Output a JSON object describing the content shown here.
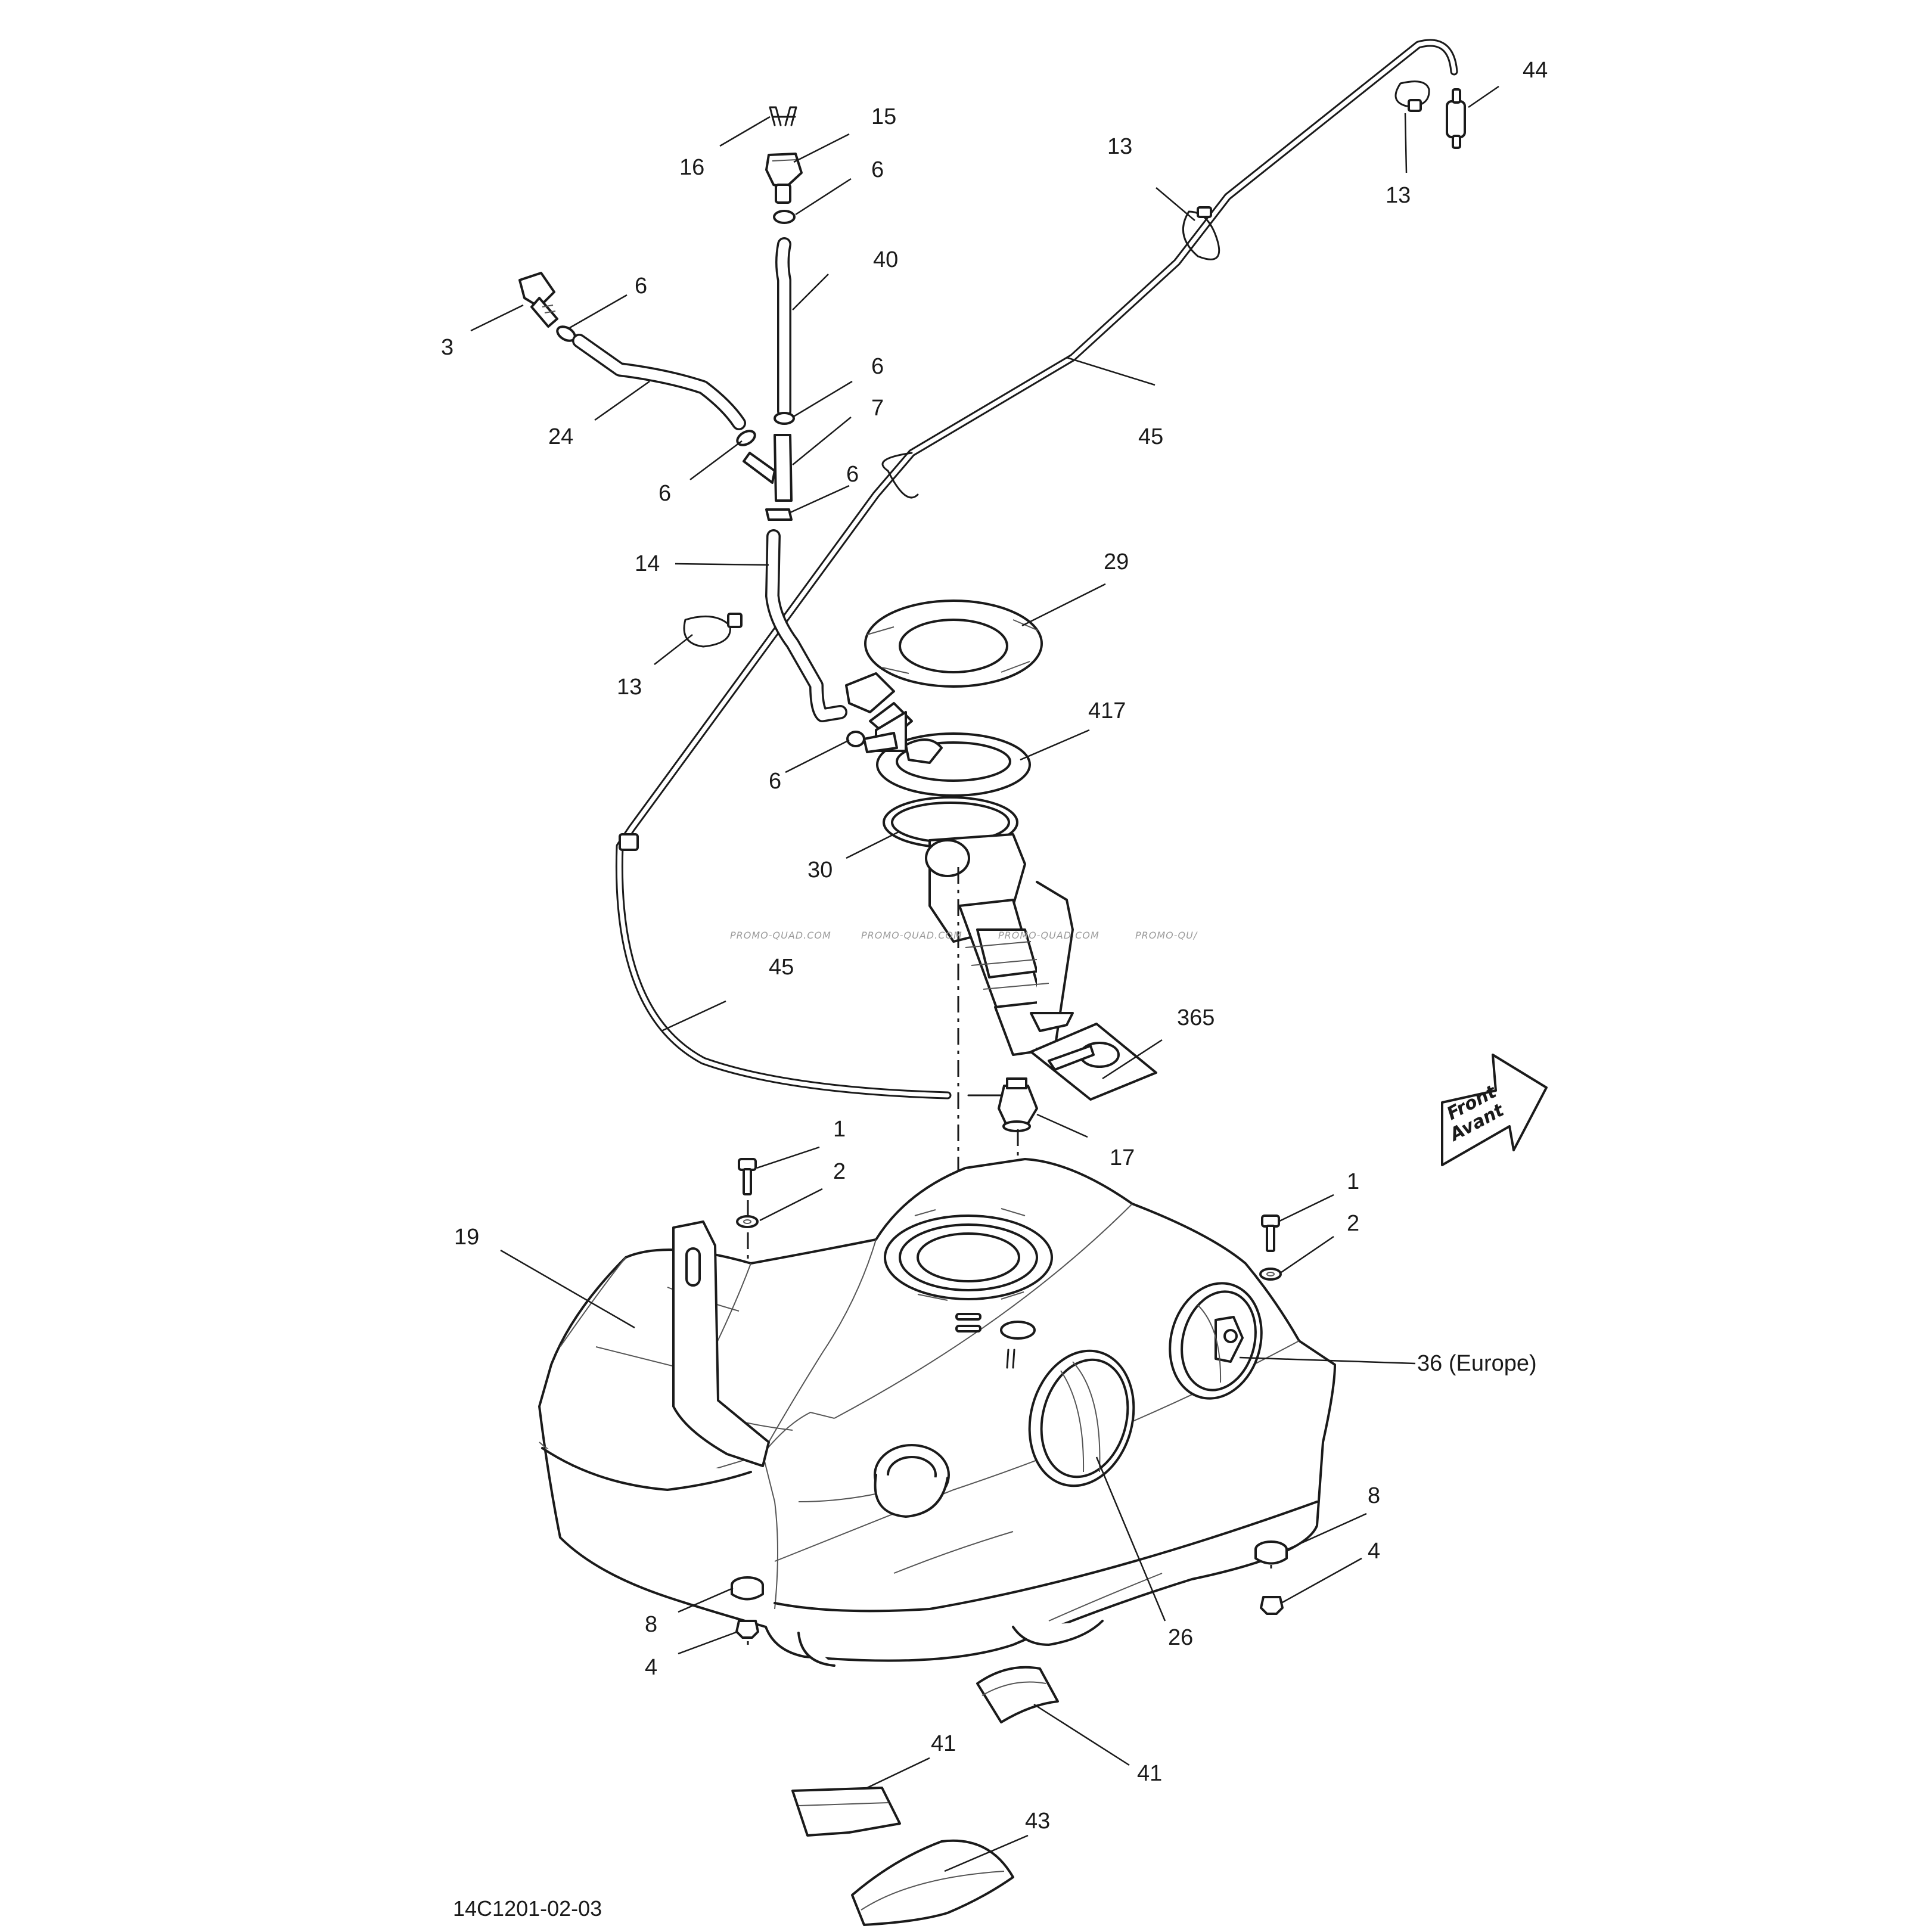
{
  "callouts": {
    "c1": "1",
    "c2": "2",
    "c3": "3",
    "c4": "4",
    "c6": "6",
    "c7": "7",
    "c8": "8",
    "c13": "13",
    "c14": "14",
    "c15": "15",
    "c16": "16",
    "c17": "17",
    "c19": "19",
    "c24": "24",
    "c26": "26",
    "c29": "29",
    "c30": "30",
    "c36": "36 (Europe)",
    "c40": "40",
    "c41": "41",
    "c43": "43",
    "c44": "44",
    "c45": "45",
    "c365": "365",
    "c417": "417"
  },
  "front_arrow": {
    "line1": "Front",
    "line2": "Avant"
  },
  "watermark": {
    "text": "PROMO-QUAD.COM",
    "partial": "PROMO-QU/"
  },
  "reference_code": "14C1201-02-03",
  "colors": {
    "ink": "#1a1a1a",
    "paper": "#ffffff",
    "watermark": "#9a9a9a"
  }
}
